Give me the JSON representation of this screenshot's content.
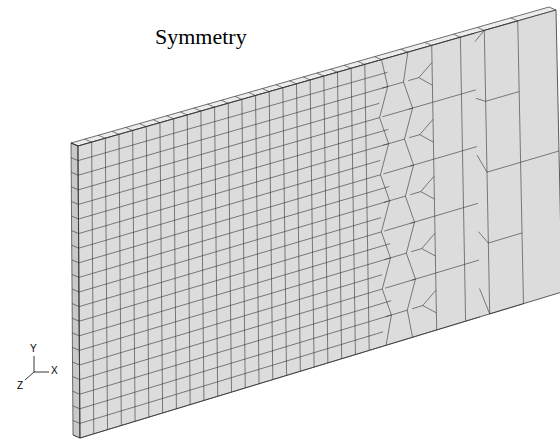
{
  "diagram": {
    "labels": [
      "Symmetry",
      "Y",
      "X",
      "Z"
    ]
  }
}
